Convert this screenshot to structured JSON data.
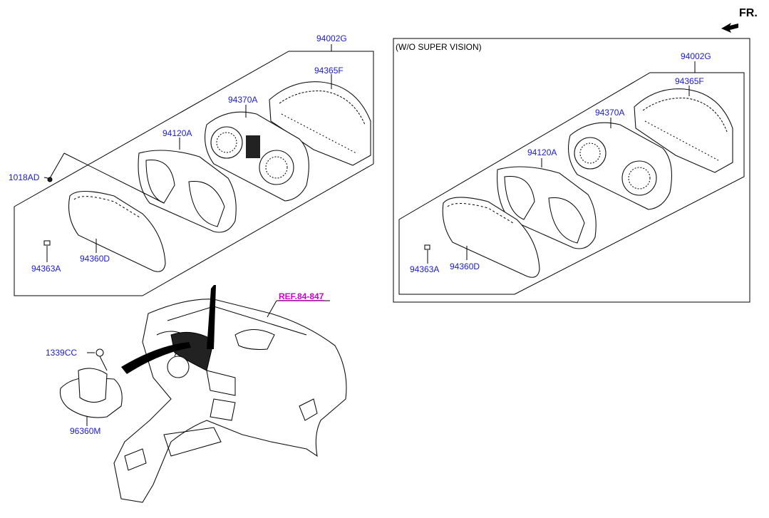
{
  "orientation": {
    "label": "FR.",
    "icon": "front-arrow-icon"
  },
  "caption": "(W/O SUPER VISION)",
  "ref_label": "REF.84-847",
  "colors": {
    "part_label": "#1a1ad0",
    "ref_label": "#d000c8",
    "line": "#000000"
  },
  "left_group": {
    "assembly": "94002G",
    "back_cover": "94365F",
    "gauge_board": "94370A",
    "bezel": "94120A",
    "screw": "1018AD",
    "lens": "94360D",
    "clip": "94363A"
  },
  "right_group": {
    "assembly": "94002G",
    "back_cover": "94365F",
    "gauge_board": "94370A",
    "bezel": "94120A",
    "lens": "94360D",
    "clip": "94363A"
  },
  "lower_group": {
    "bolt": "1339CC",
    "sensor": "96360M"
  }
}
